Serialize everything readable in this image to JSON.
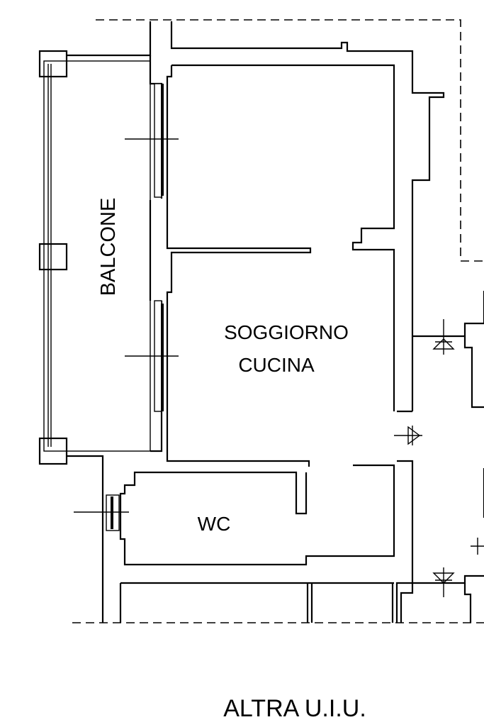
{
  "rooms": {
    "balcone": "BALCONE",
    "soggiorno_line1": "SOGGIORNO",
    "soggiorno_line2": "CUCINA",
    "wc": "WC"
  },
  "footer": {
    "label": "ALTRA U.I.U."
  }
}
